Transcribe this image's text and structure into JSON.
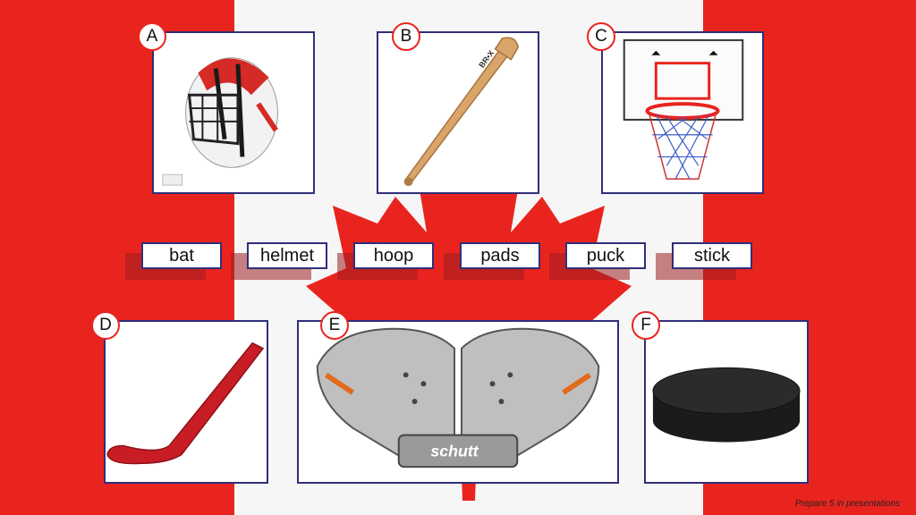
{
  "slide": {
    "colors": {
      "flag_red": "#e9241f",
      "flag_white": "#f6f6f6",
      "card_border": "#2f2f79"
    },
    "cards": [
      {
        "letter": "A",
        "icon": "goalie-helmet-image"
      },
      {
        "letter": "B",
        "icon": "baseball-bat-image"
      },
      {
        "letter": "C",
        "icon": "basketball-hoop-image"
      },
      {
        "letter": "D",
        "icon": "hockey-stick-image"
      },
      {
        "letter": "E",
        "icon": "shoulder-pads-image",
        "brand": "schutt"
      },
      {
        "letter": "F",
        "icon": "hockey-puck-image"
      }
    ],
    "words": [
      "bat",
      "helmet",
      "hoop",
      "pads",
      "puck",
      "stick"
    ],
    "footer": "Prepare 5 in presentations"
  }
}
